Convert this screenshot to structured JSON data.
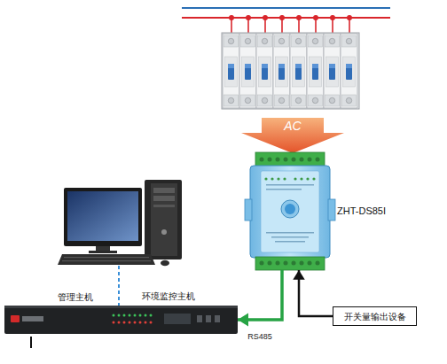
{
  "diagram": {
    "nodes": [
      {
        "text": [
          "ZHT-DS85I"
        ]
      },
      {
        "text": [
          "管理主机"
        ]
      },
      {
        "text": [
          "环境监控主机"
        ]
      },
      {
        "text": [
          "开关量输出设备"
        ]
      }
    ],
    "edges": [
      {
        "from": 0,
        "to": 2,
        "arrow": "to",
        "label": "RS485"
      },
      {
        "from": 3,
        "to": 0,
        "arrow": "to"
      },
      {
        "from": 1,
        "to": 2,
        "arrow": "none"
      }
    ],
    "labels": [
      "AC"
    ]
  }
}
